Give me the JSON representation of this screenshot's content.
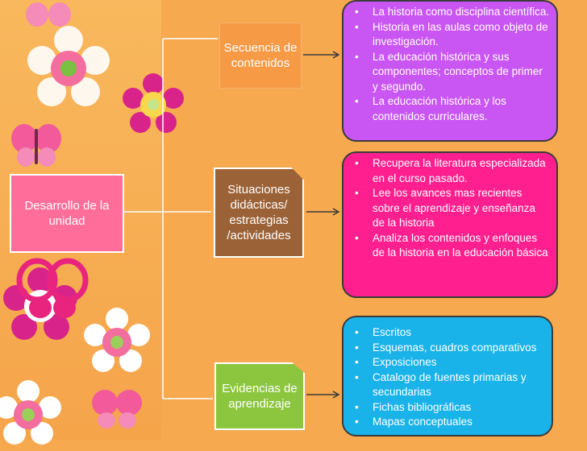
{
  "diagram": {
    "root": {
      "label": "Desarrollo de la unidad"
    },
    "branches": [
      {
        "label": "Secuencia de contenidos",
        "items": [
          "La historia como disciplina científica.",
          "Historia en las aulas como objeto de investigación.",
          "La educación histórica y sus componentes; conceptos de primer y segundo.",
          "La educación histórica y los contenidos curriculares."
        ]
      },
      {
        "label": "Situaciones didácticas/ estrategias /actividades",
        "items": [
          "Recupera la literatura especializada en el curso pasado.",
          "Lee los avances mas recientes sobre el aprendizaje y enseñanza de la historia",
          "Analiza los contenidos y enfoques de la historia en la educación  básica"
        ]
      },
      {
        "label": "Evidencias de aprendizaje",
        "items": [
          "Escritos",
          "Esquemas, cuadros comparativos",
          "Exposiciones",
          "Catalogo de fuentes primarias y secundarias",
          "Fichas bibliográficas",
          "Mapas conceptuales"
        ]
      }
    ]
  },
  "colors": {
    "background": "#f7a94f",
    "root": "#ff6d9a",
    "secuencia": "#f69a46",
    "situaciones": "#9b6237",
    "evidencias": "#8cc63f",
    "purple_list": "#c956f2",
    "pink_list": "#ff1f8e",
    "blue_list": "#19b3ea",
    "connector": "#ffffff"
  },
  "decorations": [
    "flower-icon",
    "butterfly-icon"
  ]
}
